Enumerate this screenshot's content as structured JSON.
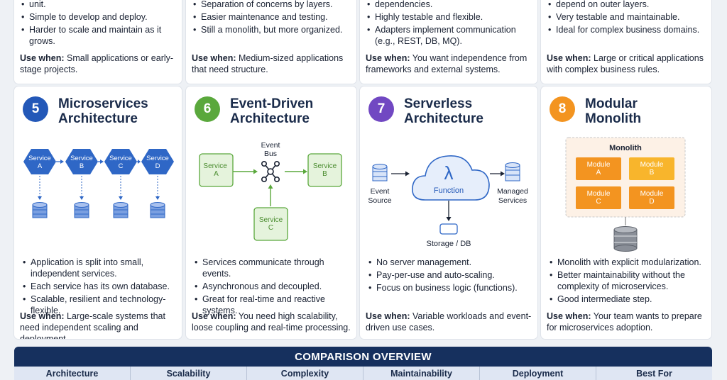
{
  "top_cards": [
    {
      "bullets": [
        "unit.",
        "Simple to develop and deploy.",
        "Harder to scale and maintain as it grows."
      ],
      "use_label": "Use when:",
      "use_text": "Small applications or early-stage projects."
    },
    {
      "bullets": [
        "Separation of concerns by layers.",
        "Easier maintenance and testing.",
        "Still a monolith, but more organized."
      ],
      "use_label": "Use when:",
      "use_text": "Medium-sized applications that need structure."
    },
    {
      "bullets": [
        "dependencies.",
        "Highly testable and flexible.",
        "Adapters implement communication (e.g., REST, DB, MQ)."
      ],
      "use_label": "Use when:",
      "use_text": "You want independence from frameworks and external systems."
    },
    {
      "bullets": [
        "depend on outer layers.",
        "Very testable and maintainable.",
        "Ideal for complex business domains."
      ],
      "use_label": "Use when:",
      "use_text": "Large or critical applications with complex business rules."
    }
  ],
  "cards": [
    {
      "number": "5",
      "title_line1": "Microservices",
      "title_line2": "Architecture",
      "diagram": {
        "services": [
          "Service A",
          "Service B",
          "Service C",
          "Service D"
        ]
      },
      "bullets": [
        "Application is split into small, independent services.",
        "Each service has its own database.",
        "Scalable, resilient and technology-flexible."
      ],
      "use_label": "Use when:",
      "use_text": "Large-scale systems that need independent scaling and deployment."
    },
    {
      "number": "6",
      "title_line1": "Event-Driven",
      "title_line2": "Architecture",
      "diagram": {
        "bus_line1": "Event",
        "bus_line2": "Bus",
        "service_a": "Service A",
        "service_b": "Service B",
        "service_c": "Service C"
      },
      "bullets": [
        "Services communicate through events.",
        "Asynchronous and decoupled.",
        "Great for real-time and reactive systems."
      ],
      "use_label": "Use when:",
      "use_text": "You need high scalability, loose coupling and real-time processing."
    },
    {
      "number": "7",
      "title_line1": "Serverless",
      "title_line2": "Architecture",
      "diagram": {
        "lambda": "λ",
        "function": "Function",
        "source_line1": "Event",
        "source_line2": "Source",
        "managed_line1": "Managed",
        "managed_line2": "Services",
        "storage": "Storage / DB"
      },
      "bullets": [
        "No server management.",
        "Pay-per-use and auto-scaling.",
        "Focus on business logic (functions)."
      ],
      "use_label": "Use when:",
      "use_text": "Variable workloads and event-driven use cases."
    },
    {
      "number": "8",
      "title_line1": "Modular",
      "title_line2": "Monolith",
      "diagram": {
        "monolith": "Monolith",
        "modules": [
          "Module A",
          "Module B",
          "Module C",
          "Module D"
        ]
      },
      "bullets": [
        "Monolith with explicit modularization.",
        "Better maintainability without the complexity of microservices.",
        "Good intermediate step."
      ],
      "use_label": "Use when:",
      "use_text": "Your team wants to prepare for microservices adoption."
    }
  ],
  "comparison": {
    "title": "COMPARISON OVERVIEW",
    "columns": [
      "Architecture",
      "Scalability",
      "Complexity",
      "Maintainability",
      "Deployment",
      "Best For"
    ]
  },
  "colors": {
    "blue": "#2358b8",
    "green": "#5aa83c",
    "purple": "#7148c2",
    "orange": "#f39420",
    "header_navy": "#16305e"
  }
}
